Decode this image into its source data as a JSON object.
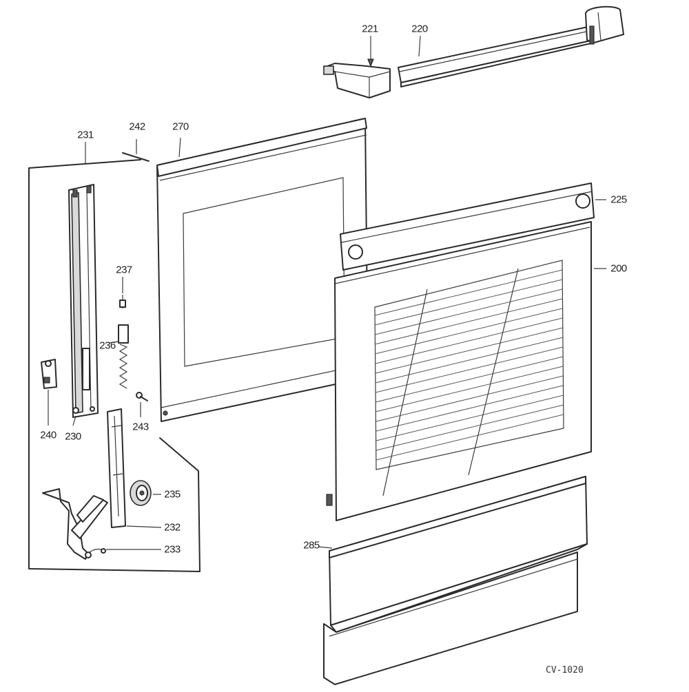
{
  "labels": {
    "p221": "221",
    "p220": "220",
    "p231": "231",
    "p242": "242",
    "p270": "270",
    "p225": "225",
    "p200": "200",
    "p237": "237",
    "p236": "236",
    "p240": "240",
    "p230": "230",
    "p243": "243",
    "p235": "235",
    "p232": "232",
    "p233": "233",
    "p285": "285"
  },
  "drawing_code": "CV-1020"
}
